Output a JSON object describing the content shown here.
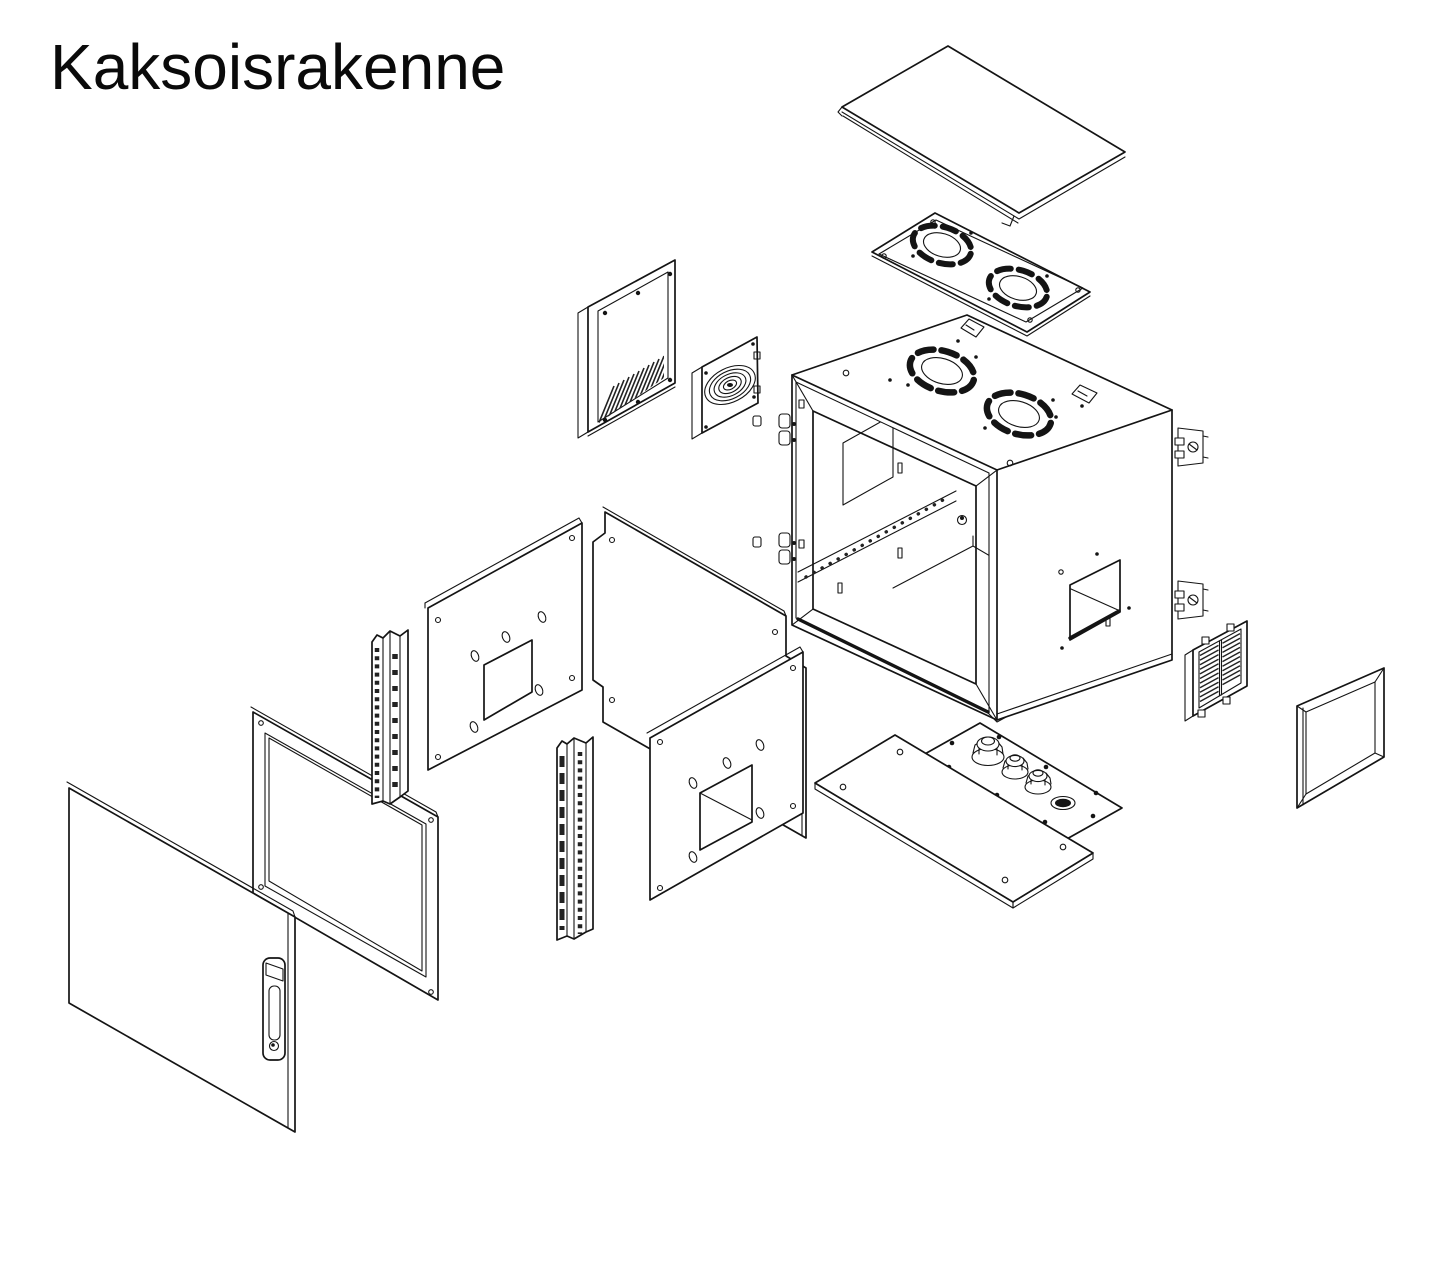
{
  "page": {
    "title": "Kaksoisrakenne",
    "background_color": "#ffffff",
    "line_color": "#141414"
  },
  "diagram": {
    "type": "exploded-assembly-line-drawing",
    "projection": "isometric",
    "components": [
      {
        "id": "roof-panel",
        "name": "sloped roof cover"
      },
      {
        "id": "fan-tray",
        "name": "fan tray with two fan cutouts"
      },
      {
        "id": "cabinet-body",
        "name": "double-wall cabinet body"
      },
      {
        "id": "vented-frame",
        "name": "vented heat-exchanger frame"
      },
      {
        "id": "fan-guard",
        "name": "round fan guard"
      },
      {
        "id": "mounting-plate-upper",
        "name": "mounting plate with square cutout"
      },
      {
        "id": "inner-partition",
        "name": "folded inner partition sheet"
      },
      {
        "id": "mounting-plate-lower",
        "name": "mounting plate with square cutout"
      },
      {
        "id": "rack-rail-left",
        "name": "punched mounting rail"
      },
      {
        "id": "rack-rail-right",
        "name": "punched mounting rail"
      },
      {
        "id": "inner-panel",
        "name": "inner rear panel"
      },
      {
        "id": "front-door",
        "name": "front door with swing handle"
      },
      {
        "id": "blank-gland-plate",
        "name": "blank bottom plate"
      },
      {
        "id": "cable-gland-plate",
        "name": "cable gland plate with glands"
      },
      {
        "id": "wall-bracket-upper",
        "name": "wall mounting bracket"
      },
      {
        "id": "wall-bracket-lower",
        "name": "wall mounting bracket"
      },
      {
        "id": "louver-grille",
        "name": "louvered filter grille"
      },
      {
        "id": "side-cover",
        "name": "side cover plate"
      }
    ]
  }
}
